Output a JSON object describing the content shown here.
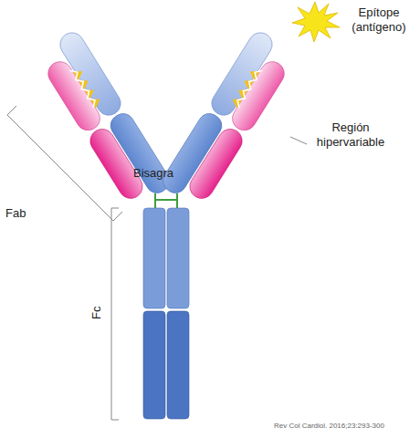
{
  "diagram": {
    "labels": [
      "Epítope (antígeno)",
      "Región hipervariable",
      "Fab",
      "Bisagra",
      "Fc",
      "Rev Col Cardiol. 2016;23:293-300"
    ]
  }
}
